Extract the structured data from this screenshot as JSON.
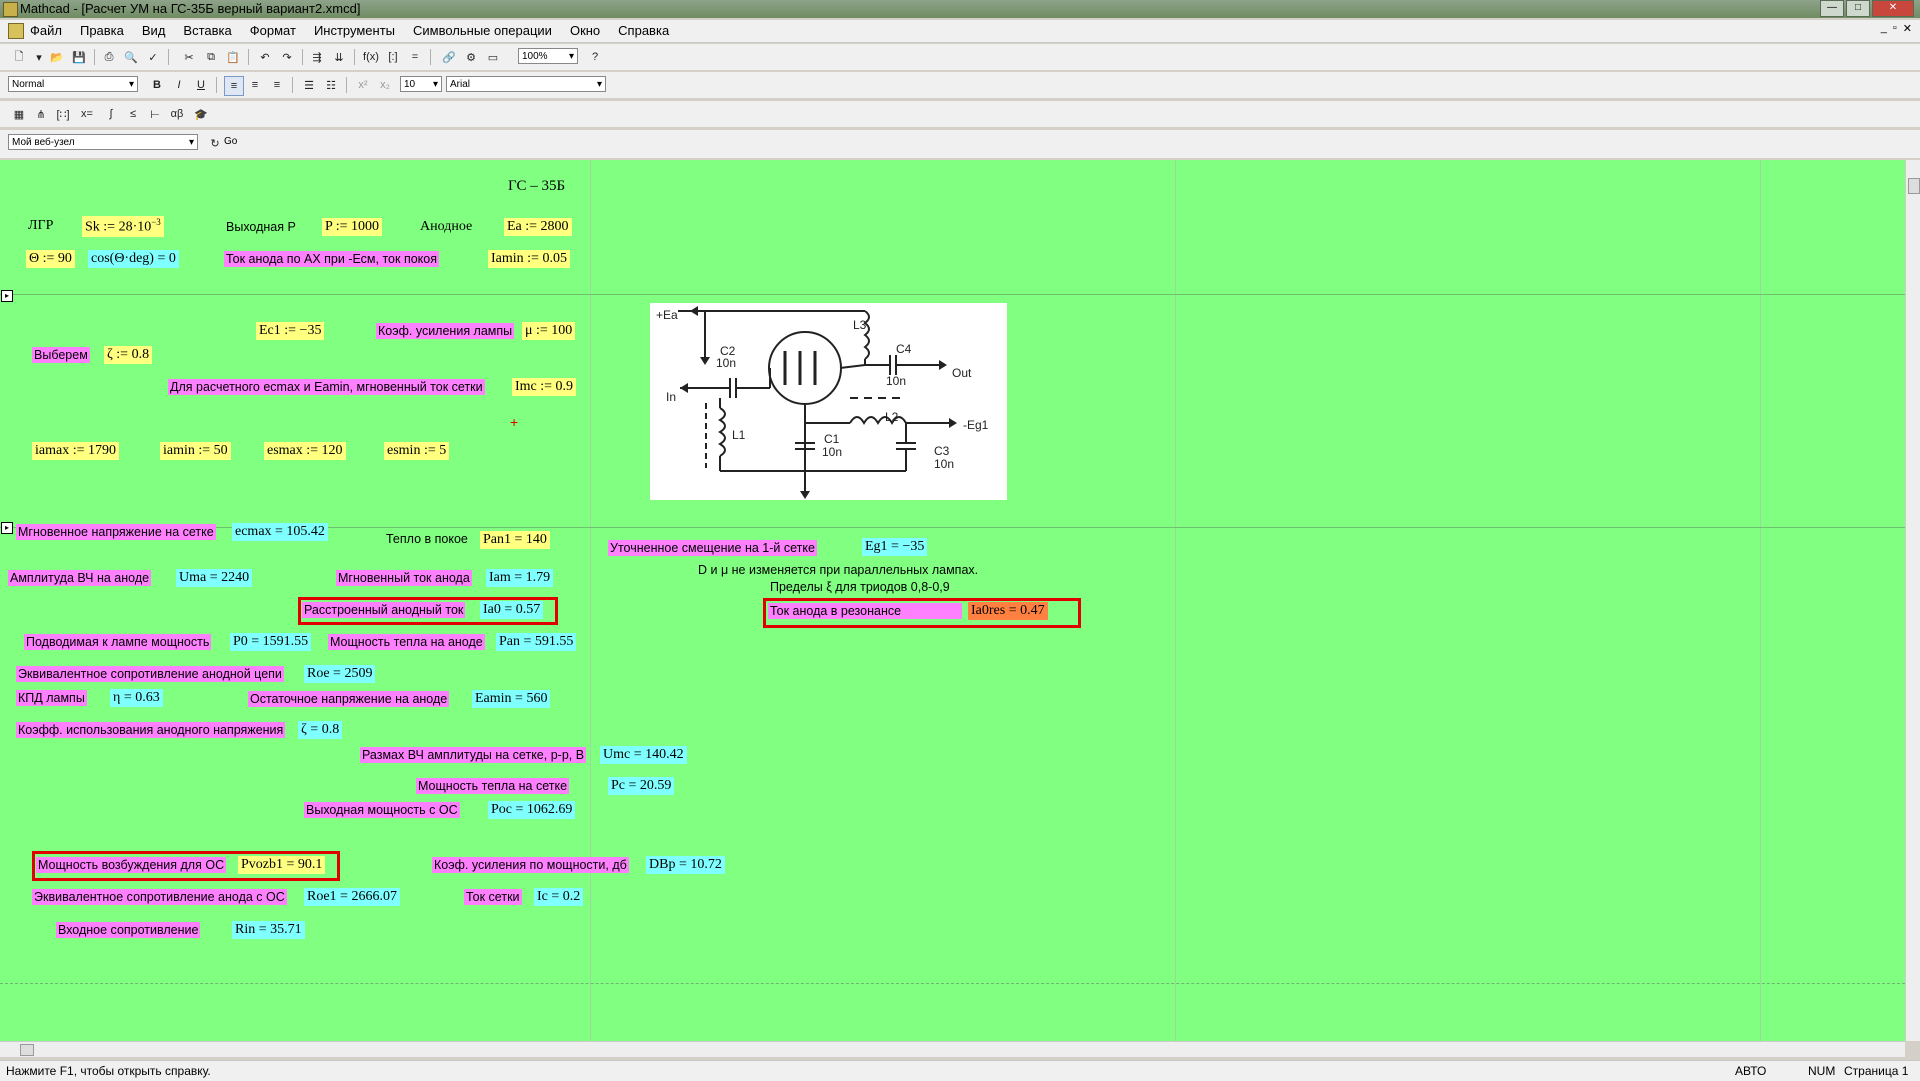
{
  "window": {
    "title": "Mathcad - [Расчет УМ на ГС-35Б верный вариант2.xmcd]"
  },
  "menu": [
    "Файл",
    "Правка",
    "Вид",
    "Вставка",
    "Формат",
    "Инструменты",
    "Символьные операции",
    "Окно",
    "Справка"
  ],
  "toolbar": {
    "zoom": "100%",
    "style": "Normal",
    "font_size": "10",
    "font": "Arial",
    "web_node": "Мой веб-узел",
    "go_label": "Go"
  },
  "status": {
    "help": "Нажмите F1, чтобы открыть справку.",
    "mode": "АВТО",
    "num": "NUM",
    "page": "Страница 1"
  },
  "doc": {
    "title": "ГС – 35Б",
    "lgr": "ЛГР",
    "sk": "Sk := 28·10",
    "sk_exp": "−3",
    "out_p_label": "Выходная Р",
    "p": "P := 1000",
    "anode_label": "Анодное",
    "ea": "Ea := 2800",
    "theta": "Θ := 90",
    "cos": "cos(Θ·deg) = 0",
    "ianode_label": "Ток анода по АХ при -Есм, ток покоя",
    "iamin": "Iamin := 0.05",
    "ec1": "Ec1 := −35",
    "gain_label": "Коэф. усиления лампы",
    "mu": "μ := 100",
    "choose_label": "Выберем",
    "xi": "ζ := 0.8",
    "imc_label": "Для расчетного есmax и Eamin, мгновенный ток сетки",
    "imc": "Imc := 0.9",
    "iamax_def": "iamax := 1790",
    "iamin_def": "iamin := 50",
    "esmax_def": "esmax := 120",
    "esmin_def": "esmin := 5",
    "grid_inst_v_label": "Мгновенное напряжение на сетке",
    "ecmax": "ecmax = 105.42",
    "heat_rest_label": "Тепло в покое",
    "pan1": "Pan1 = 140",
    "bias_label": "Уточненное смещение на 1-й сетке",
    "eg1": "Eg1 = −35",
    "note1": "D и μ не изменяется при параллельных лампах.",
    "note2": "Пределы ξ для триодов  0,8-0,9",
    "uma_label": "Амплитуда ВЧ на аноде",
    "uma": "Uma = 2240",
    "iam_label": "Мгновенный ток анода",
    "iam": "Iam = 1.79",
    "ia0_label": "Расстроенный анодный ток",
    "ia0": "Ia0 = 0.57",
    "ia0res_label": "Ток анода в резонансе",
    "ia0res": "Ia0res = 0.47",
    "p0_label": "Подводимая к лампе мощность",
    "p0": "P0 = 1591.55",
    "pan_label": "Мощность тепла на аноде",
    "pan": "Pan = 591.55",
    "roe_label": "Эквивалентное сопротивление анодной цепи",
    "roe": "Roe = 2509",
    "kpd_label": "КПД лампы",
    "eta": "η = 0.63",
    "eamin_label": "Остаточное напряжение на аноде",
    "eamin": "Eamin = 560",
    "xi_label": "Коэфф. использования анодного напряжения",
    "xi_val": "ζ = 0.8",
    "umc_label": "Размах ВЧ амплитуды на сетке, р-р, В",
    "umc": "Umc = 140.42",
    "pc_label": "Мощность тепла на сетке",
    "pc": "Pc = 20.59",
    "poc_label": "Выходная мощность с ОС",
    "poc": "Poc = 1062.69",
    "pvozb_label": "Мощность возбуждения для ОС",
    "pvozb": "Pvozb1 = 90.1",
    "dbp_label": "Коэф. усиления по мощности, дб",
    "dbp": "DBp = 10.72",
    "roe1_label": "Эквивалентное сопротивление анода с ОС",
    "roe1": "Roe1 = 2666.07",
    "ic_label": "Ток сетки",
    "ic": "Ic = 0.2",
    "rin_label": "Входное сопротивление",
    "rin": "Rin = 35.71"
  },
  "circuit": {
    "ea": "+Ea",
    "l3": "L3",
    "c2": "C2",
    "c2v": "10n",
    "c4": "C4",
    "c4v": "10n",
    "out": "Out",
    "in": "In",
    "l1": "L1",
    "l2": "L2",
    "eg1": "-Eg1",
    "c1": "C1",
    "c1v": "10n",
    "c3": "C3",
    "c3v": "10n"
  }
}
